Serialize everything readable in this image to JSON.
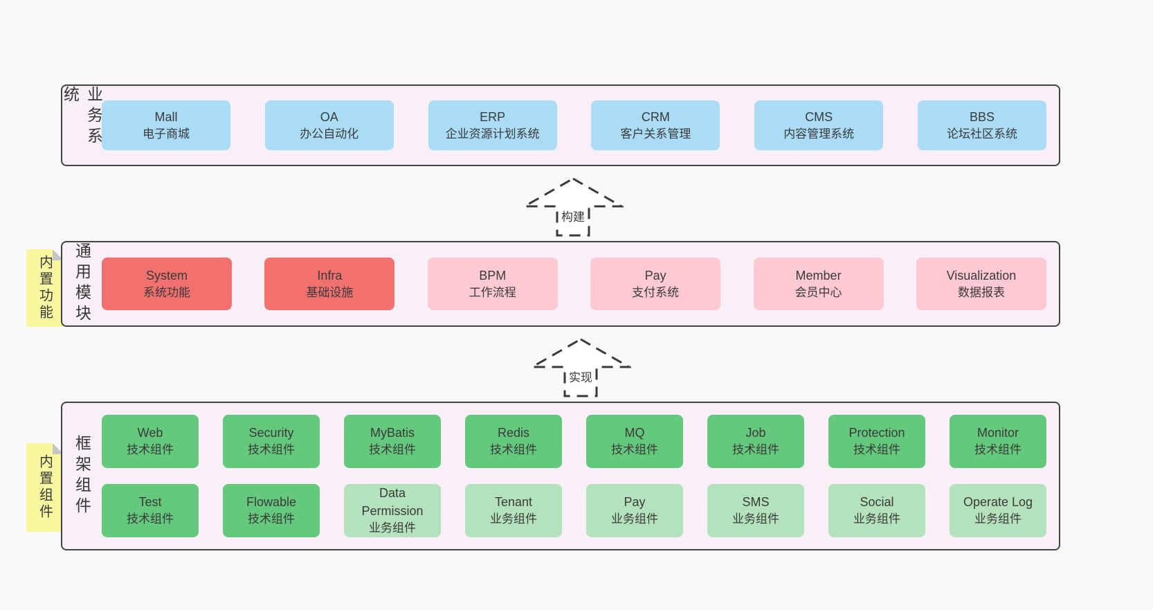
{
  "diagram": {
    "arrows": [
      {
        "label": "构建"
      },
      {
        "label": "实现"
      }
    ],
    "bands": [
      {
        "label": "业务系统",
        "boxes": [
          {
            "en": "Mall",
            "zh": "电子商城"
          },
          {
            "en": "OA",
            "zh": "办公自动化"
          },
          {
            "en": "ERP",
            "zh": "企业资源计划系统"
          },
          {
            "en": "CRM",
            "zh": "客户关系管理"
          },
          {
            "en": "CMS",
            "zh": "内容管理系统"
          },
          {
            "en": "BBS",
            "zh": "论坛社区系统"
          }
        ]
      },
      {
        "label": "通用模块",
        "sticky": "内置功能",
        "boxes": [
          {
            "en": "System",
            "zh": "系统功能"
          },
          {
            "en": "Infra",
            "zh": "基础设施"
          },
          {
            "en": "BPM",
            "zh": "工作流程"
          },
          {
            "en": "Pay",
            "zh": "支付系统"
          },
          {
            "en": "Member",
            "zh": "会员中心"
          },
          {
            "en": "Visualization",
            "zh": "数据报表"
          }
        ]
      },
      {
        "label": "框架组件",
        "sticky": "内置组件",
        "rows": [
          [
            {
              "en": "Web",
              "zh": "技术组件"
            },
            {
              "en": "Security",
              "zh": "技术组件"
            },
            {
              "en": "MyBatis",
              "zh": "技术组件"
            },
            {
              "en": "Redis",
              "zh": "技术组件"
            },
            {
              "en": "MQ",
              "zh": "技术组件"
            },
            {
              "en": "Job",
              "zh": "技术组件"
            },
            {
              "en": "Protection",
              "zh": "技术组件"
            },
            {
              "en": "Monitor",
              "zh": "技术组件"
            }
          ],
          [
            {
              "en": "Test",
              "zh": "技术组件"
            },
            {
              "en": "Flowable",
              "zh": "技术组件"
            },
            {
              "en": "Data Permission",
              "zh": "业务组件"
            },
            {
              "en": "Tenant",
              "zh": "业务组件"
            },
            {
              "en": "Pay",
              "zh": "业务组件"
            },
            {
              "en": "SMS",
              "zh": "业务组件"
            },
            {
              "en": "Social",
              "zh": "业务组件"
            },
            {
              "en": "Operate Log",
              "zh": "业务组件"
            }
          ]
        ]
      }
    ],
    "colors": {
      "business_box": "#AADCF6",
      "core_module_box": "#F2706E",
      "optional_module_box": "#FDC9D2",
      "tech_component_box": "#64C87D",
      "biz_component_box": "#B3E2BC",
      "sticky_note": "#F9F8A0",
      "band_background": "#F8EFF7",
      "band_border": "#424242"
    }
  }
}
